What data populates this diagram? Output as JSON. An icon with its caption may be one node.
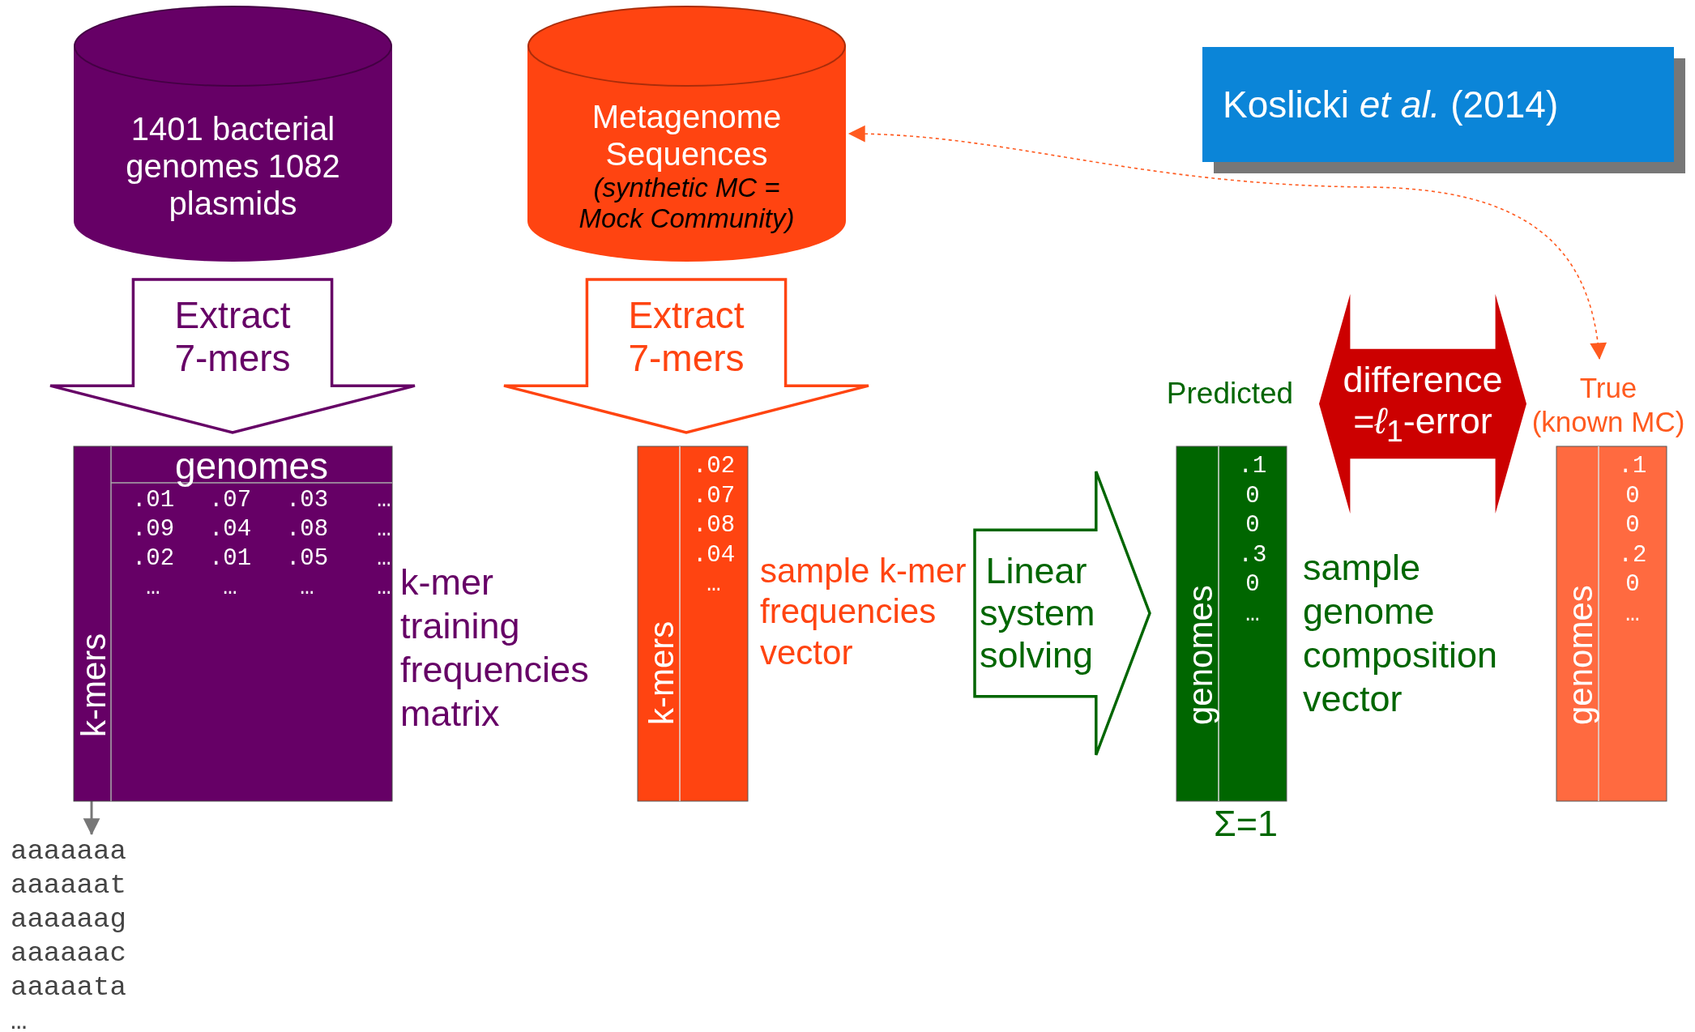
{
  "diagram": {
    "nodes": [
      {
        "text": [
          "1401 bacterial genomes 1082 plasmids"
        ]
      },
      {
        "text": [
          "Metagenome Sequences",
          "(synthetic MC = Mock Community)"
        ]
      },
      {
        "text": [
          "Koslicki *et al.* (2014)"
        ]
      },
      {
        "text": [
          "Extract 7-mers"
        ]
      },
      {
        "text": [
          "Extract 7-mers"
        ]
      },
      {
        "text": [
          "difference =*ℓ*$_{1}$-error"
        ]
      },
      {
        "text": [
          "genomes",
          "k-mers"
        ],
        "beside": [
          "k-mer training frequencies matrix"
        ]
      },
      {
        "text": [
          "k-mers"
        ],
        "beside": [
          "sample k-mer frequencies vector"
        ]
      },
      {
        "text": [
          "Linear system solving"
        ]
      },
      {
        "text": [
          "genomes"
        ],
        "beside": [
          "Predicted",
          "sample genome composition vector",
          "Σ=1"
        ]
      },
      {
        "text": [
          "genomes"
        ],
        "beside": [
          "True (known MC)"
        ]
      },
      {
        "text": [
          "aaaaaaa",
          "aaaaaat",
          "aaaaaag",
          "aaaaaac",
          "aaaaata",
          "…"
        ]
      }
    ],
    "edges": [
      {
        "from": 6,
        "to": 11,
        "arrow": "to",
        "color": "#777777"
      },
      {
        "from": 10,
        "to": 1,
        "arrow": "both",
        "style": "dashed",
        "color": "#ff5a1f"
      }
    ],
    "labels": [
      ".01",
      ".07",
      ".03",
      "…",
      ".09",
      ".04",
      ".08",
      "…",
      ".02",
      ".01",
      ".05",
      "…",
      "…",
      "…",
      "…",
      "…",
      ".02",
      ".07",
      ".08",
      ".04",
      "…",
      ".1",
      "0",
      "0",
      ".3",
      "0",
      "…",
      ".1",
      "0",
      "0",
      ".2",
      "0",
      "…"
    ]
  }
}
